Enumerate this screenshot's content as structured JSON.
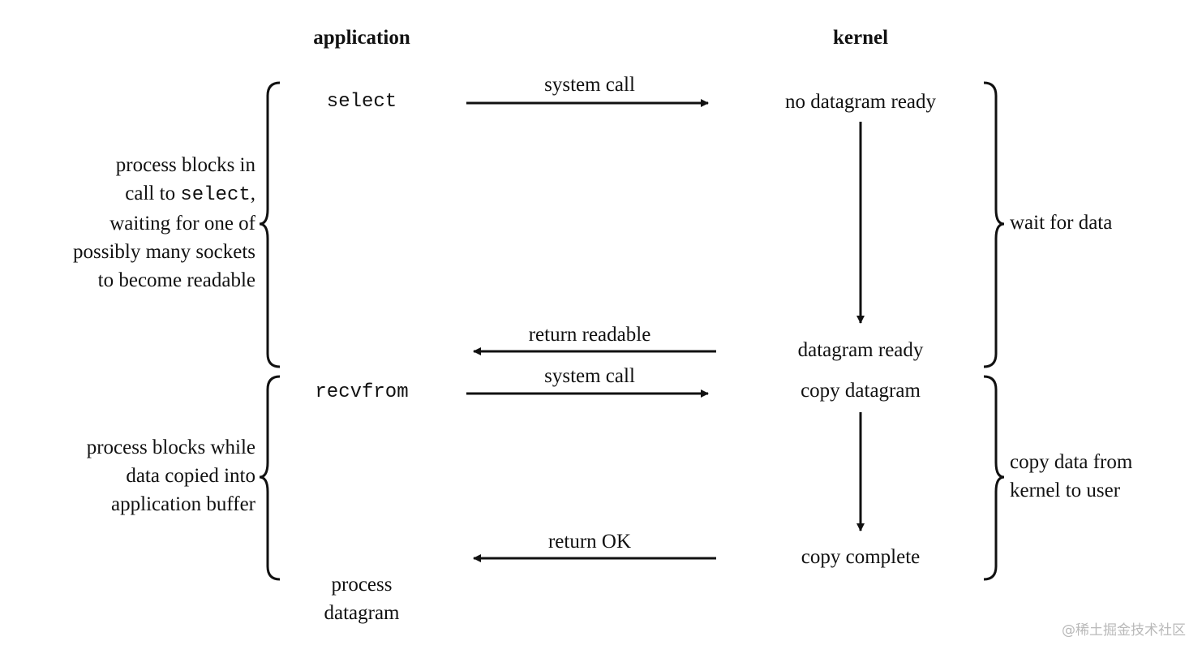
{
  "headers": {
    "application": "application",
    "kernel": "kernel"
  },
  "phase1": {
    "app_call": "select",
    "system_call": "system call",
    "kernel_state_start": "no datagram ready",
    "return_label": "return readable",
    "kernel_state_end": "datagram ready",
    "left_note": {
      "line1": "process blocks in",
      "line2_prefix": "call to ",
      "line2_code": "select",
      "line2_suffix": ",",
      "line3": "waiting for one of",
      "line4": "possibly many sockets",
      "line5": "to become readable"
    },
    "right_note": "wait for data"
  },
  "phase2": {
    "app_call": "recvfrom",
    "system_call": "system call",
    "kernel_state_start": "copy datagram",
    "return_label": "return OK",
    "kernel_state_end": "copy complete",
    "left_note": {
      "line1": "process blocks while",
      "line2": "data copied into",
      "line3": "application buffer"
    },
    "right_note": {
      "line1": "copy data from",
      "line2": "kernel to user"
    },
    "final_line1": "process",
    "final_line2": "datagram"
  },
  "watermark": "@稀土掘金技术社区"
}
